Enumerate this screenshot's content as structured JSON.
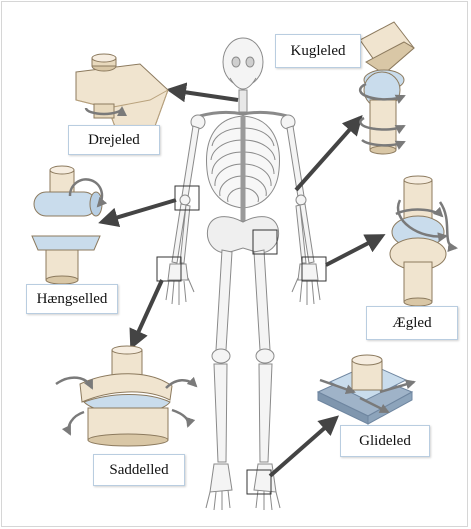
{
  "labels": {
    "drejeled": "Drejeled",
    "kugleled": "Kugleled",
    "haengselled": "Hængselled",
    "aegled": "Ægled",
    "saddelled": "Saddelled",
    "glideled": "Glideled"
  },
  "colors": {
    "bone_fill": "#f4f4f4",
    "bone_stroke": "#8a8a8a",
    "joint_body": "#f0e4cf",
    "joint_shade": "#d9c7a6",
    "cartilage": "#c9dcec",
    "arrow_gray": "#7a7a7a",
    "pointer_dark": "#444444",
    "label_border": "#b9cde0"
  },
  "icons": {
    "pivot": "pivot-joint-icon",
    "ball": "ball-socket-joint-icon",
    "hinge": "hinge-joint-icon",
    "ellipsoid": "ellipsoid-joint-icon",
    "saddle": "saddle-joint-icon",
    "plane": "plane-joint-icon"
  }
}
